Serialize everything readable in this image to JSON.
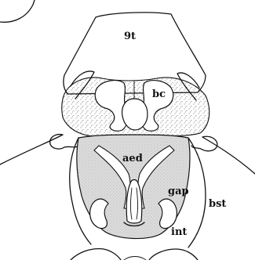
{
  "labels": {
    "tergite": "9t",
    "bc": "bc",
    "aedeagus": "aed",
    "gap": "gap",
    "bst": "bst",
    "int": "int"
  },
  "colors": {
    "ink": "#111111",
    "stipple": "#555555",
    "aedeagus_fill": "#dcdcdc",
    "background": "#ffffff"
  }
}
